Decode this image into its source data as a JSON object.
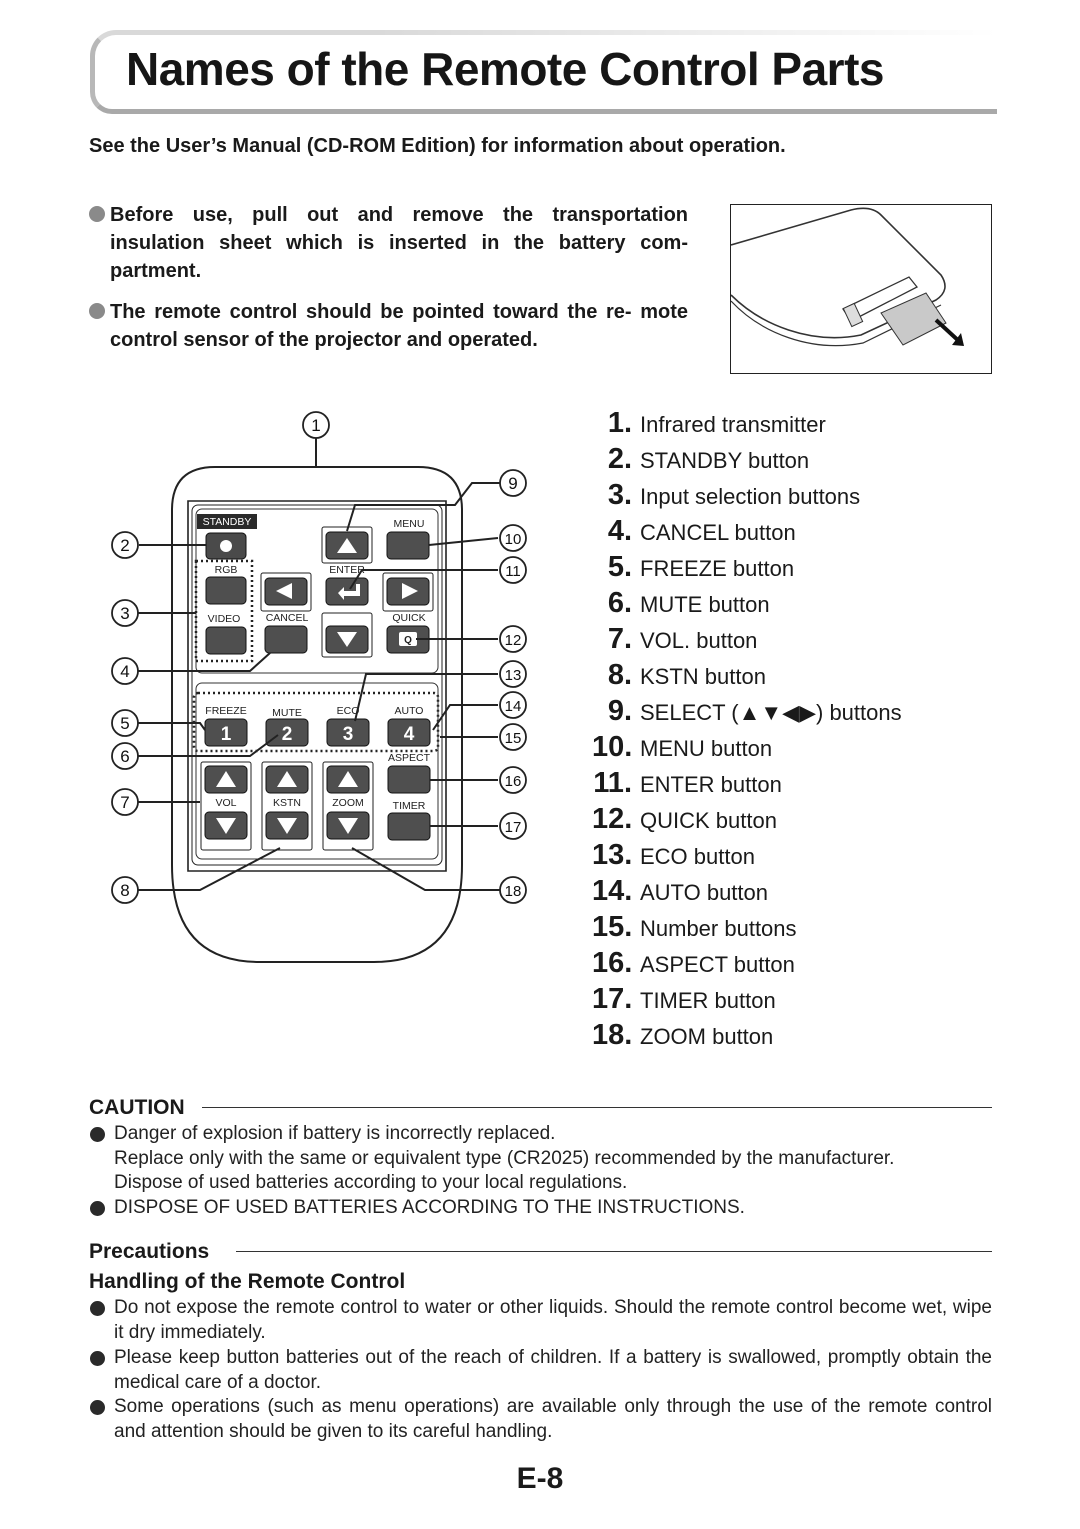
{
  "title": "Names of the Remote Control Parts",
  "intro": "See the User’s Manual (CD-ROM Edition) for information about operation.",
  "notes": [
    "Before use, pull out and remove the transportation insulation sheet which is inserted in the battery com- partment.",
    "The remote control should be pointed toward the re- mote control sensor of the projector and operated."
  ],
  "parts": [
    {
      "num": "1.",
      "label": "Infrared transmitter"
    },
    {
      "num": "2.",
      "label": "STANDBY button"
    },
    {
      "num": "3.",
      "label": "Input selection buttons"
    },
    {
      "num": "4.",
      "label": "CANCEL button"
    },
    {
      "num": "5.",
      "label": "FREEZE button"
    },
    {
      "num": "6.",
      "label": "MUTE button"
    },
    {
      "num": "7.",
      "label": "VOL. button"
    },
    {
      "num": "8.",
      "label": "KSTN button"
    },
    {
      "num": "9.",
      "label": "SELECT (▲▼◀▶) buttons"
    },
    {
      "num": "10.",
      "label": "MENU button"
    },
    {
      "num": "11.",
      "label": "ENTER button"
    },
    {
      "num": "12.",
      "label": "QUICK button"
    },
    {
      "num": "13.",
      "label": "ECO button"
    },
    {
      "num": "14.",
      "label": "AUTO button"
    },
    {
      "num": "15.",
      "label": "Number buttons"
    },
    {
      "num": "16.",
      "label": "ASPECT button"
    },
    {
      "num": "17.",
      "label": "TIMER button"
    },
    {
      "num": "18.",
      "label": "ZOOM button"
    }
  ],
  "remote": {
    "callouts": [
      "1",
      "2",
      "3",
      "4",
      "5",
      "6",
      "7",
      "8",
      "9",
      "10",
      "11",
      "12",
      "13",
      "14",
      "15",
      "16",
      "17",
      "18"
    ],
    "labels": {
      "standby": "STANDBY",
      "menu": "MENU",
      "rgb": "RGB",
      "enter": "ENTER",
      "video": "VIDEO",
      "cancel": "CANCEL",
      "quick": "QUICK",
      "freeze": "FREEZE",
      "mute": "MUTE",
      "eco": "ECO",
      "auto": "AUTO",
      "aspect": "ASPECT",
      "vol": "VOL",
      "kstn": "KSTN",
      "zoom": "ZOOM",
      "timer": "TIMER"
    },
    "number_keys": [
      "1",
      "2",
      "3",
      "4"
    ],
    "quick_key": "Q"
  },
  "caution": {
    "heading": "CAUTION",
    "items": [
      "Danger of explosion if battery is incorrectly replaced.",
      "DISPOSE OF USED BATTERIES ACCORDING TO THE INSTRUCTIONS."
    ],
    "continuation": [
      "Replace only with the same or equivalent type (CR2025) recommended by the manufacturer.",
      "Dispose of used batteries according to your local regulations."
    ]
  },
  "precautions": {
    "heading": "Precautions",
    "subheading": "Handling of the Remote Control",
    "items": [
      "Do not expose the remote control to water or other liquids. Should the remote control become wet, wipe it dry immediately.",
      "Please keep button batteries out of the reach of children. If a battery is swallowed, promptly obtain the medical care of a doctor.",
      "Some operations (such as menu operations) are available only through the use of the remote control and attention should be given to its careful handling."
    ]
  },
  "page_number": "E-8"
}
